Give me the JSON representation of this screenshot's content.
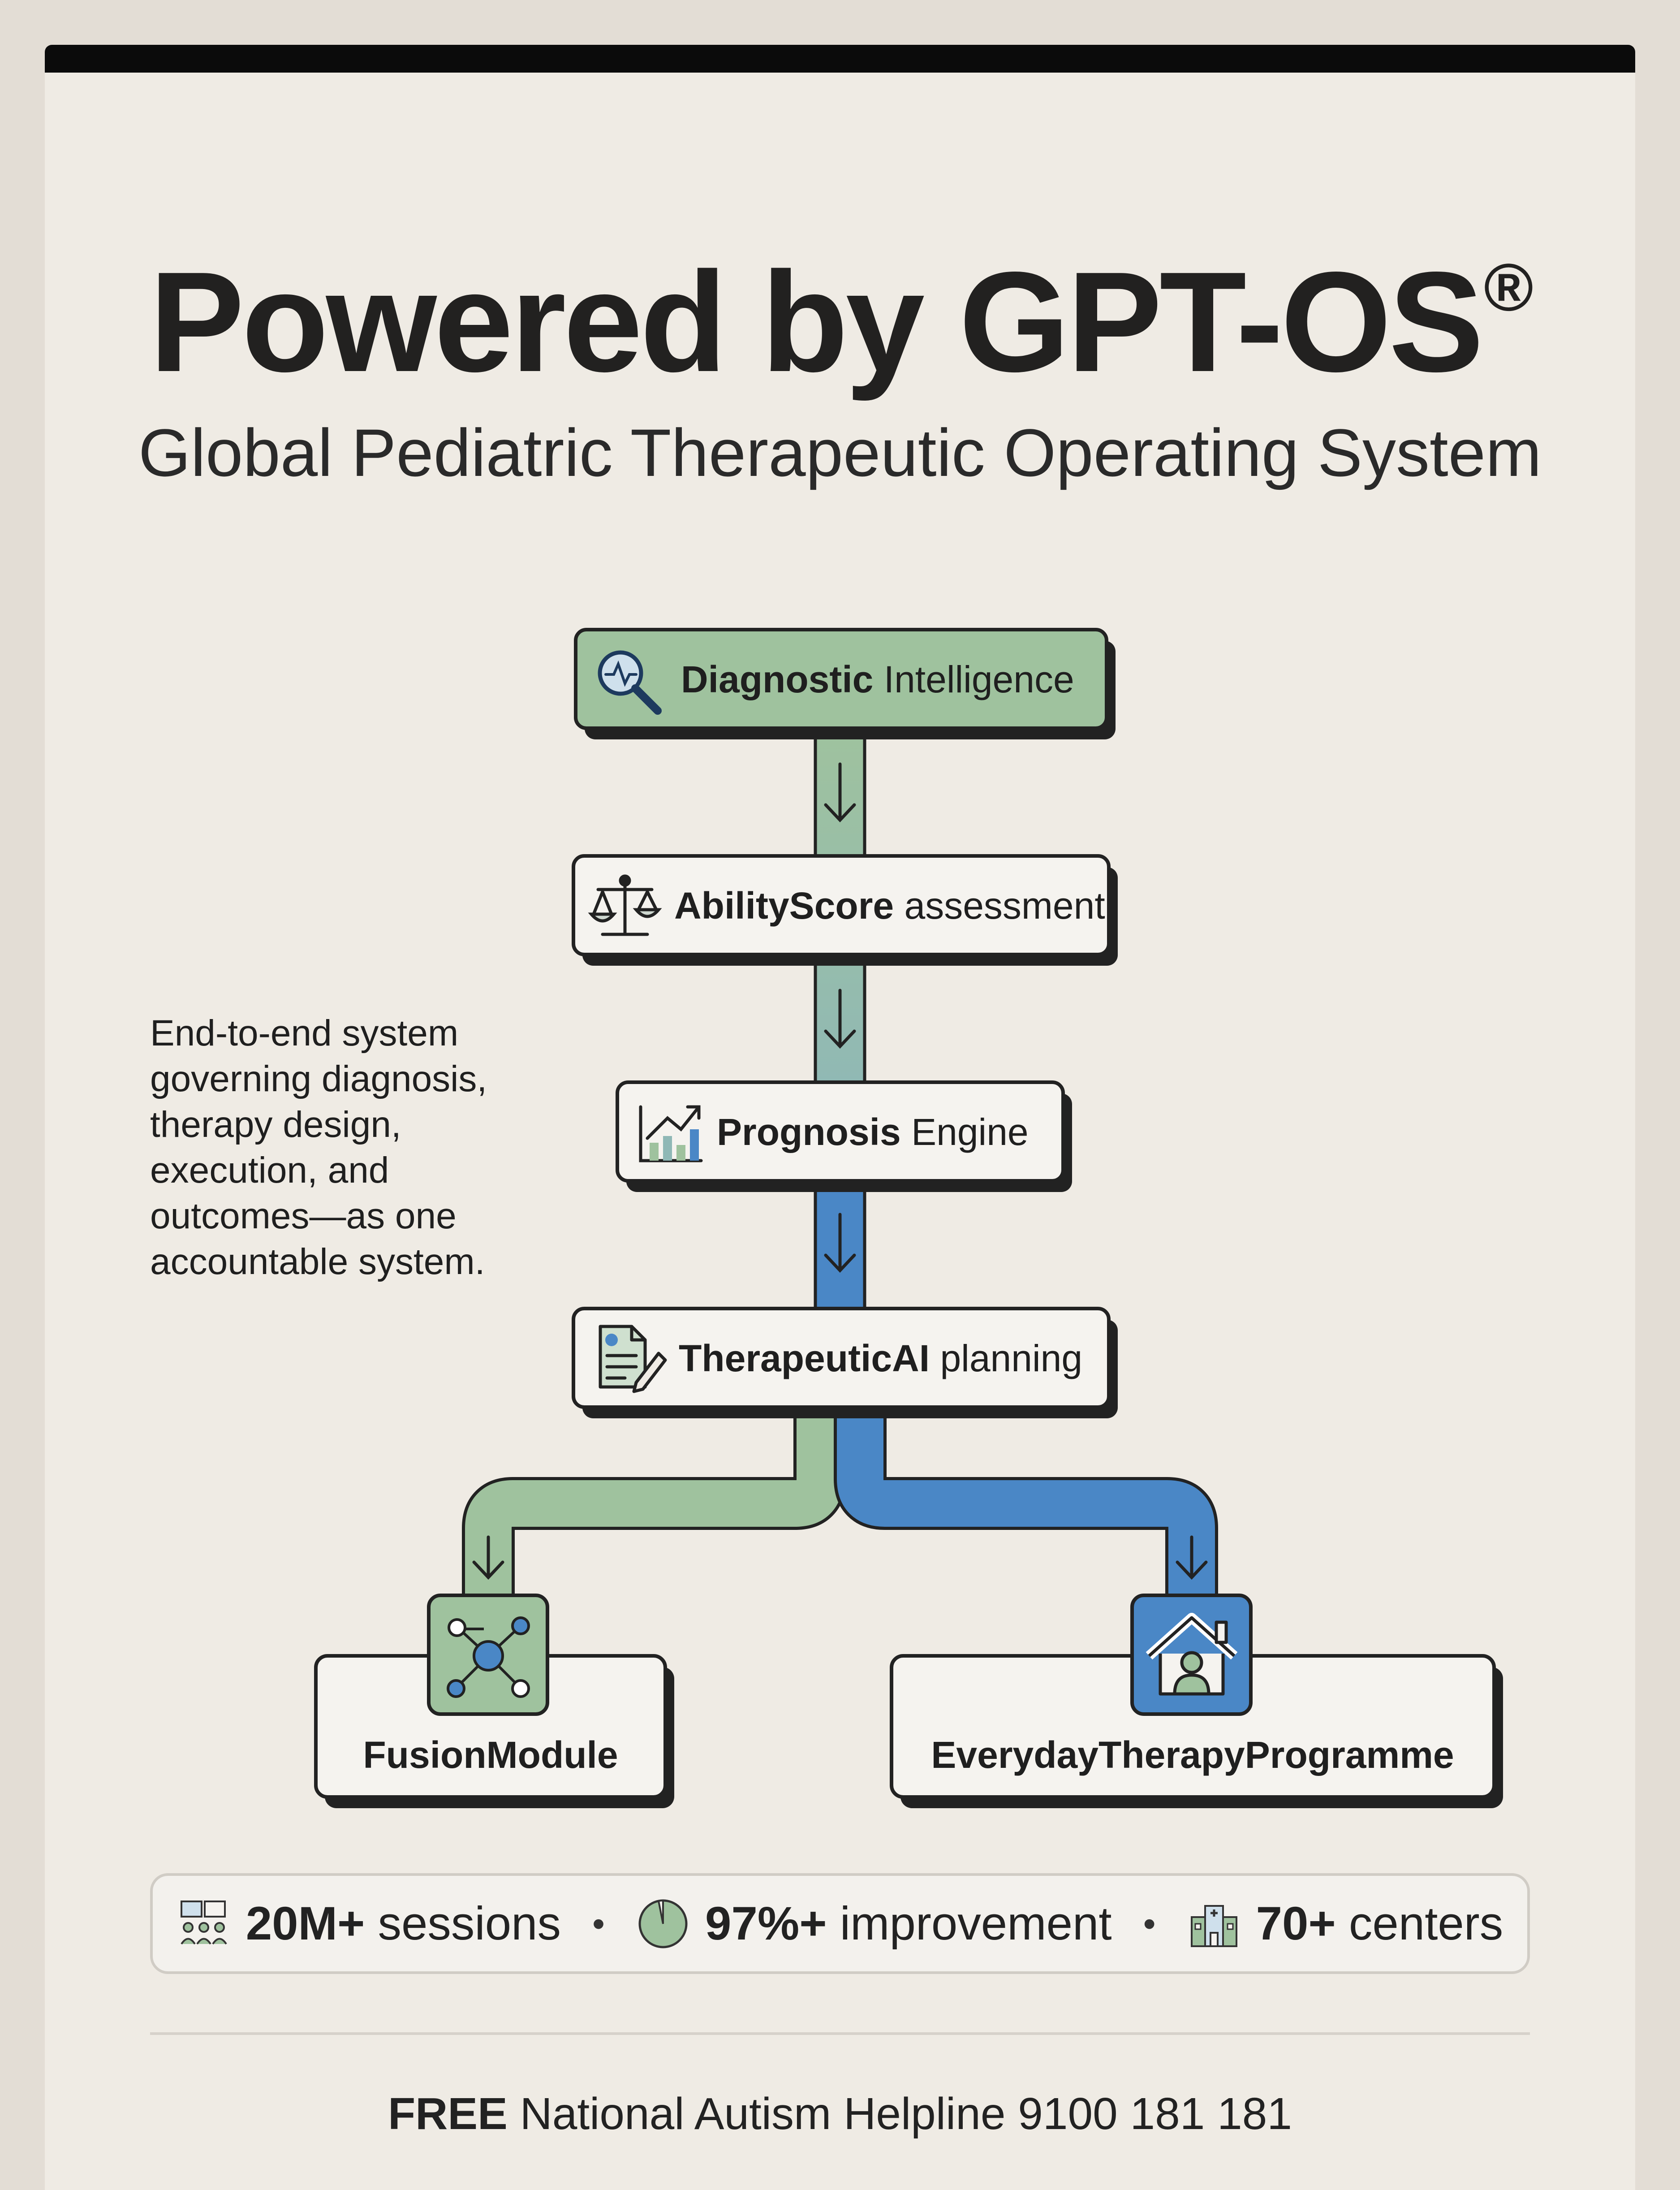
{
  "header": {
    "title": "Powered by GPT-OS",
    "title_mark": "®",
    "subtitle": "Global Pediatric Therapeutic Operating System"
  },
  "sidenote": "End-to-end system governing diagnosis, therapy design, execution, and outcomes—as one accountable system.",
  "flow": {
    "nodes": [
      {
        "bold": "Diagnostic",
        "rest": " Intelligence",
        "icon": "magnifier-pulse-icon"
      },
      {
        "bold": "AbilityScore",
        "rest": " assessment",
        "icon": "balance-scale-icon"
      },
      {
        "bold": "Prognosis",
        "rest": " Engine",
        "icon": "growth-chart-icon"
      },
      {
        "bold": "TherapeuticAI",
        "rest": " planning",
        "icon": "document-pen-icon"
      }
    ],
    "branches": [
      {
        "label": "FusionModule",
        "icon": "network-hub-icon"
      },
      {
        "label": "EverydayTherapyProgramme",
        "icon": "home-person-icon"
      }
    ]
  },
  "stats": [
    {
      "bold": "20M+",
      "rest": " sessions",
      "icon": "group-session-icon"
    },
    {
      "bold": "97%+",
      "rest": " improvement",
      "icon": "pie-progress-icon"
    },
    {
      "bold": "70+",
      "rest": " centers",
      "icon": "building-icon"
    }
  ],
  "stats_separator": "•",
  "footer": {
    "bold": "FREE",
    "rest": " National Autism Helpline 9100 181 181"
  },
  "colors": {
    "green": "#9fc29e",
    "teal": "#8fb8b6",
    "blue": "#4a87c6",
    "card_bg": "#efebe4",
    "box_bg": "#f5f3ef",
    "ink": "#222120"
  }
}
